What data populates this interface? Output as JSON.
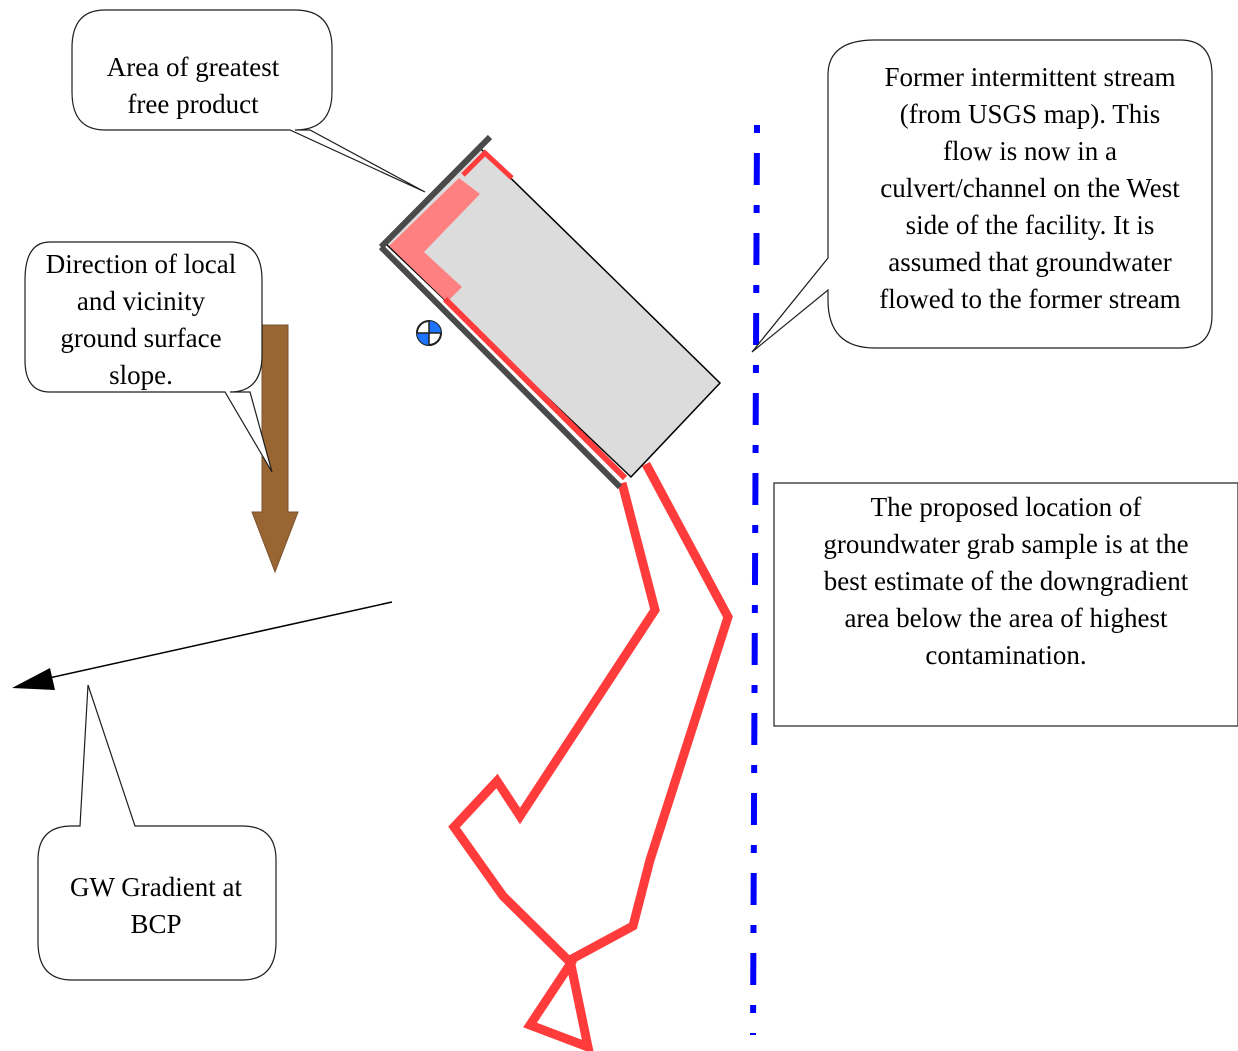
{
  "callouts": {
    "free_product": [
      "Area of greatest",
      "free product"
    ],
    "stream": [
      "Former intermittent stream",
      "(from USGS map).  This",
      "flow is now in a",
      "culvert/channel on the West",
      "side of the facility.  It is",
      "assumed that groundwater",
      "flowed to the former stream"
    ],
    "slope": [
      "Direction of local",
      "and vicinity",
      "ground surface",
      "slope."
    ],
    "gw_gradient": [
      "GW Gradient at",
      "BCP"
    ],
    "proposed_location": [
      "The proposed location of",
      "groundwater grab sample is at the",
      "best estimate of the downgradient",
      "area below the area of highest",
      "contamination."
    ]
  },
  "colors": {
    "property_outline": "#ff3b3b",
    "building_fill": "#dcdcdc",
    "free_product_area": "#ff8080",
    "building_edge": "#4a4a4a",
    "stream_line": "#0000ff",
    "slope_arrow": "#996633",
    "sample_marker": "#1e73ff"
  },
  "icons": {
    "sample_location": "sample-location-marker-icon",
    "slope_direction": "down-arrow-icon",
    "gw_direction": "gw-flow-arrow-icon"
  }
}
